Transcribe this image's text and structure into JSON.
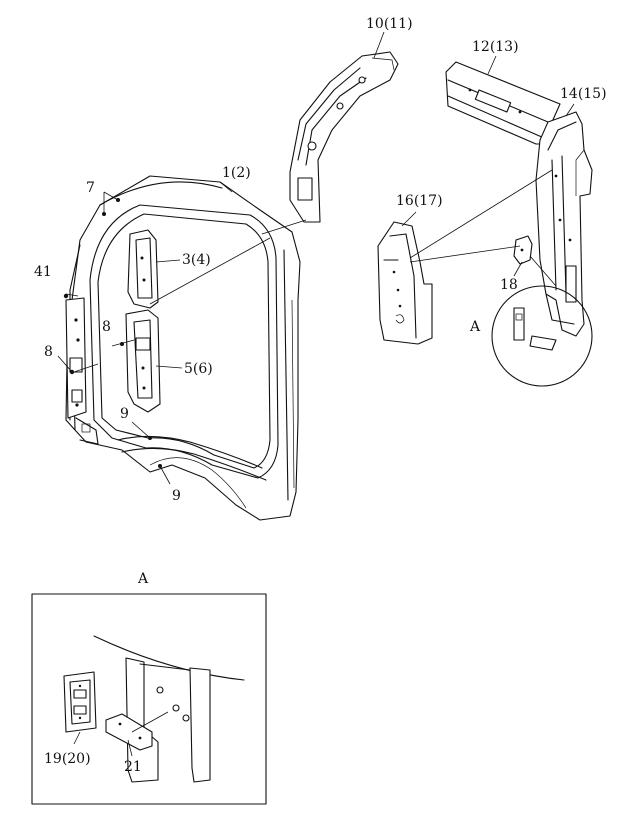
{
  "callouts": {
    "p1": "1(2)",
    "p3": "3(4)",
    "p5": "5(6)",
    "p7": "7",
    "p8a": "8",
    "p8b": "8",
    "p9a": "9",
    "p9b": "9",
    "p10": "10(11)",
    "p12": "12(13)",
    "p14": "14(15)",
    "p16": "16(17)",
    "p18": "18",
    "p41": "41",
    "p19": "19(20)",
    "p21": "21",
    "detail_ref": "A",
    "detail_title": "A"
  }
}
